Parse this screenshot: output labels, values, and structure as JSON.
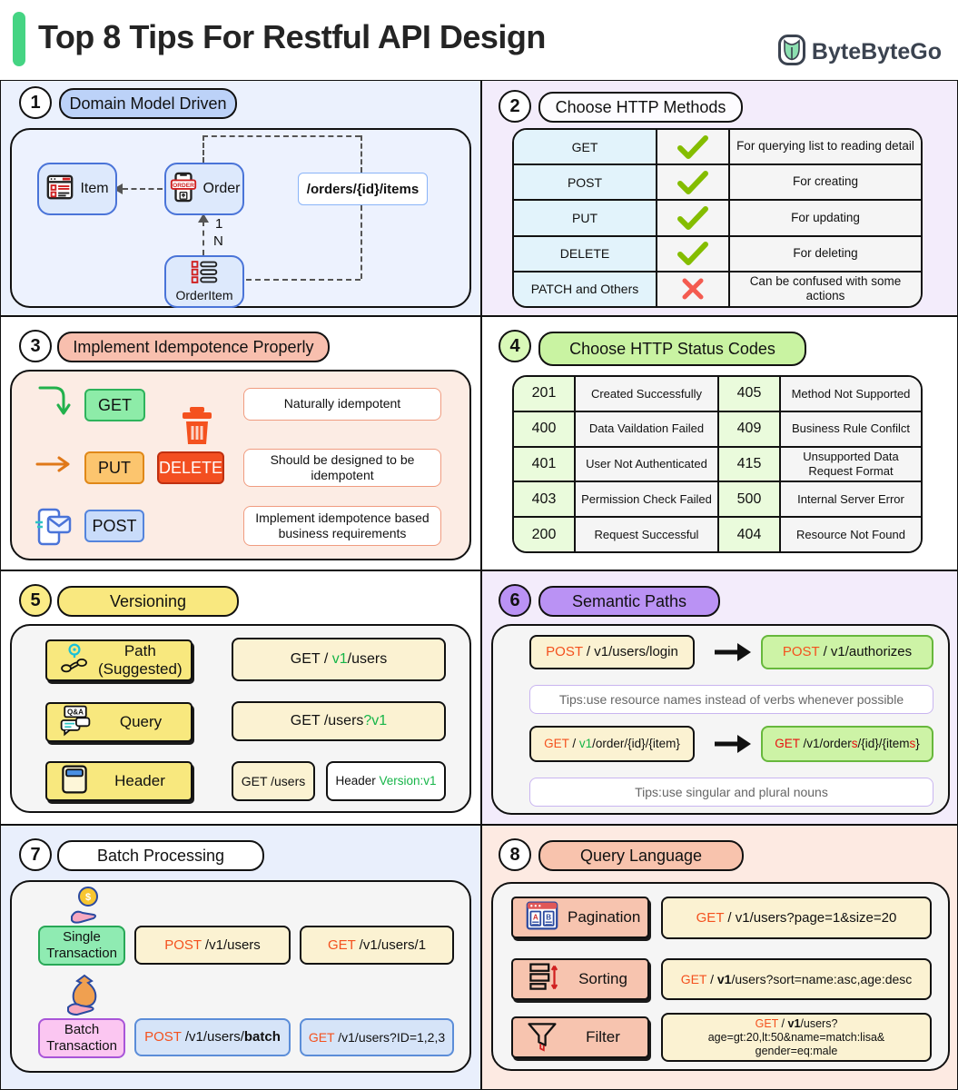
{
  "colors": {
    "accent_green_bar": "#45d483",
    "brand_text": "#3b4350",
    "panel1_bg": "#ebf1fd",
    "panel2_bg": "#f3ecfb",
    "panel6_bg": "#f3ecfb",
    "panel7_bg": "#e9effc",
    "panel8_bg": "#fdeae2",
    "badge_blue": "#bcd2f8",
    "badge_salmon": "#f8c0aa",
    "badge_green": "#c9f3a2",
    "badge_yellow": "#f9e87f",
    "badge_purple": "#ba92f4",
    "verb_orange": "#f4511e",
    "highlight_green": "#16b548",
    "highlight_red": "#e81010",
    "check_green": "#84bd00",
    "cross_red": "#f45b50"
  },
  "header": {
    "title": "Top 8 Tips For Restful API Design",
    "brand": "ByteByteGo"
  },
  "panels": {
    "p1": {
      "num": "1",
      "title": "Domain Model Driven",
      "item": "Item",
      "order": "Order",
      "orderitem": "OrderItem",
      "order_icon_label": "ORDER",
      "path": "/orders/{id}/items",
      "mult_one": "1",
      "mult_many": "N"
    },
    "p2": {
      "num": "2",
      "title": "Choose HTTP Methods",
      "rows": [
        {
          "method": "GET",
          "mark": "check",
          "desc": "For querying list to reading detail"
        },
        {
          "method": "POST",
          "mark": "check",
          "desc": "For creating"
        },
        {
          "method": "PUT",
          "mark": "check",
          "desc": "For updating"
        },
        {
          "method": "DELETE",
          "mark": "check",
          "desc": "For deleting"
        },
        {
          "method": "PATCH and Others",
          "mark": "cross",
          "desc": "Can be confused with some actions"
        }
      ]
    },
    "p3": {
      "num": "3",
      "title": "Implement Idempotence Properly",
      "get": "GET",
      "put": "PUT",
      "delete": "DELETE",
      "post": "POST",
      "note1": "Naturally idempotent",
      "note2": "Should be designed to be idempotent",
      "note3": "Implement idempotence based business requirements"
    },
    "p4": {
      "num": "4",
      "title": "Choose HTTP Status Codes",
      "rows": [
        {
          "c1": "201",
          "d1": "Created Successfully",
          "c2": "405",
          "d2": "Method Not Supported"
        },
        {
          "c1": "400",
          "d1": "Data Vaildation Failed",
          "c2": "409",
          "d2": "Business Rule Confilct"
        },
        {
          "c1": "401",
          "d1": "User Not Authenticated",
          "c2": "415",
          "d2": "Unsupported Data Request Format"
        },
        {
          "c1": "403",
          "d1": "Permission Check Failed",
          "c2": "500",
          "d2": "Internal Server Error"
        },
        {
          "c1": "200",
          "d1": "Request Successful",
          "c2": "404",
          "d2": "Resource Not Found"
        }
      ]
    },
    "p5": {
      "num": "5",
      "title": "Versioning",
      "path_label": "Path (Suggested)",
      "query_label": "Query",
      "header_label": "Header",
      "qa_icon_label": "Q&A",
      "code1": {
        "a": "GET / ",
        "v": "v1",
        "b": "/users"
      },
      "code2": {
        "a": "GET /users",
        "v": "?v1"
      },
      "code3a": "GET /users",
      "code3b": {
        "a": "Header ",
        "v": "Version:v1"
      }
    },
    "p6": {
      "num": "6",
      "title": "Semantic Paths",
      "r1_from": {
        "verb": "POST",
        "rest": " / v1/users/login"
      },
      "r1_to": {
        "verb": "POST",
        "rest": " / v1/authorizes"
      },
      "tip1": "Tips:use resource names instead of verbs whenever possible",
      "r2_from": {
        "verb": "GET",
        "sep": " / ",
        "v": "v1",
        "rest": "/order/{id}/{item}"
      },
      "r2_to": {
        "verb": "GET",
        "a": " /v1/order",
        "s1": "s",
        "b": "/{id}/{item",
        "s2": "s",
        "c": "}"
      },
      "tip2": "Tips:use singular and plural nouns"
    },
    "p7": {
      "num": "7",
      "title": "Batch Processing",
      "single_label": "Single Transaction",
      "batch_label": "Batch Transaction",
      "coin_icon_label": "$",
      "s1": {
        "verb": "POST",
        "rest": " /v1/users"
      },
      "s2": {
        "verb": "GET",
        "rest": " /v1/users/1"
      },
      "b1": {
        "verb": "POST",
        "rest": " /v1/users/",
        "bold": "batch"
      },
      "b2": {
        "verb": "GET",
        "rest": " /v1/users?ID=1,2,3"
      }
    },
    "p8": {
      "num": "8",
      "title": "Query Language",
      "pagination_label": "Pagination",
      "sorting_label": "Sorting",
      "filter_label": "Filter",
      "pag_icon_a": "A",
      "pag_icon_b": "B",
      "code1": {
        "verb": "GET",
        "rest": " / v1/users?page=1&size=20"
      },
      "code2": {
        "verb": "GET",
        "sep": " / ",
        "v": "v1",
        "rest": "/users?sort=name:asc,age:desc"
      },
      "code3": {
        "verb": "GET",
        "sep": " / ",
        "v": "v1",
        "rest": "/users?",
        "line2": "age=gt:20,lt:50&name=match:lisa&",
        "line3": "gender=eq:male"
      }
    }
  }
}
